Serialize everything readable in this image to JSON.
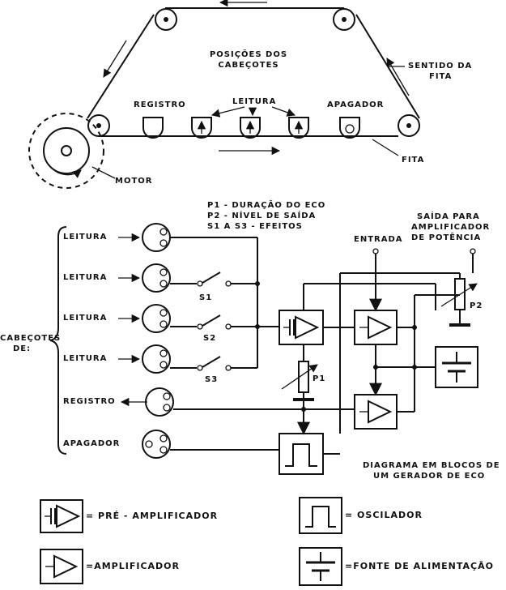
{
  "top": {
    "title_line1": "POSIÇÕES DOS",
    "title_line2": "CABEÇOTES",
    "direction_line1": "SENTIDO DA",
    "direction_line2": "FITA",
    "heads": {
      "registro": "REGISTRO",
      "leitura": "LEITURA",
      "apagador": "APAGADOR"
    },
    "motor": "MOTOR",
    "fita": "FITA"
  },
  "legend_text": {
    "p1": "P1 - DURAÇÃO DO ECO",
    "p2": "P2 - NÍVEL DE SAÍDA",
    "s": "S1 A S3 - EFEITOS"
  },
  "circuit": {
    "rows": [
      "LEITURA",
      "LEITURA",
      "LEITURA",
      "LEITURA",
      "REGISTRO",
      "APAGADOR"
    ],
    "group_line1": "CABEÇOTES",
    "group_line2": "DE:",
    "switches": [
      "S1",
      "S2",
      "S3"
    ],
    "pots": [
      "P1",
      "P2"
    ],
    "entrada": "ENTRADA",
    "saida_line1": "SAÍDA PARA",
    "saida_line2": "AMPLIFICADOR",
    "saida_line3": "DE POTÊNCIA",
    "caption_line1": "DIAGRAMA EM BLOCOS DE",
    "caption_line2": "UM GERADOR DE ECO"
  },
  "key": {
    "pre": "= PRÉ - AMPLIFICADOR",
    "osc": "= OSCILADOR",
    "amp": "=AMPLIFICADOR",
    "fonte": "=FONTE DE ALIMENTAÇÃO"
  }
}
